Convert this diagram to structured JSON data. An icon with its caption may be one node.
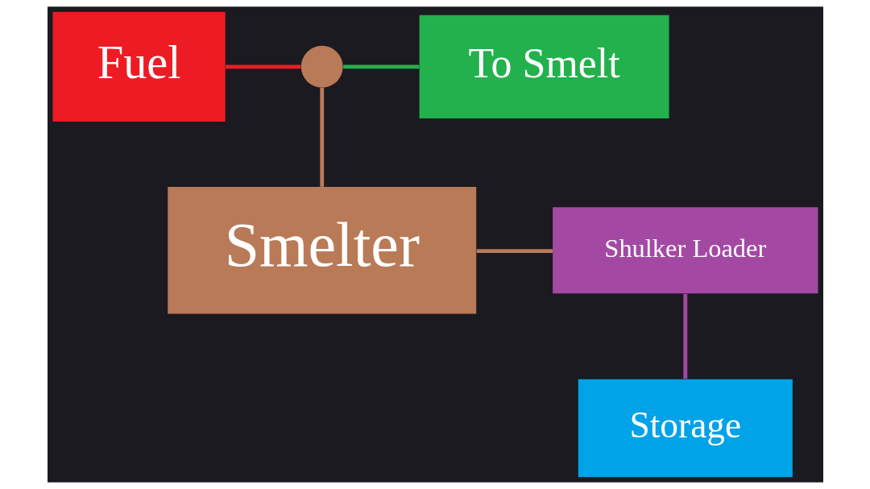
{
  "diagram": {
    "nodes": [
      {
        "text": [
          "Fuel"
        ]
      },
      {
        "text": [],
        "shape": "circle"
      },
      {
        "text": [
          "To Smelt"
        ]
      },
      {
        "text": [
          "Smelter"
        ]
      },
      {
        "text": [
          "Shulker Loader"
        ]
      },
      {
        "text": [
          "Storage"
        ]
      }
    ],
    "edges": [
      {
        "from": 0,
        "to": 1,
        "arrow": "none",
        "color": "#ed1c24"
      },
      {
        "from": 1,
        "to": 2,
        "arrow": "none",
        "color": "#22b14c"
      },
      {
        "from": 1,
        "to": 3,
        "arrow": "none",
        "color": "#b97a57"
      },
      {
        "from": 3,
        "to": 4,
        "arrow": "none",
        "color": "#b97a57"
      },
      {
        "from": 4,
        "to": 5,
        "arrow": "none",
        "color": "#a349a4"
      }
    ]
  }
}
